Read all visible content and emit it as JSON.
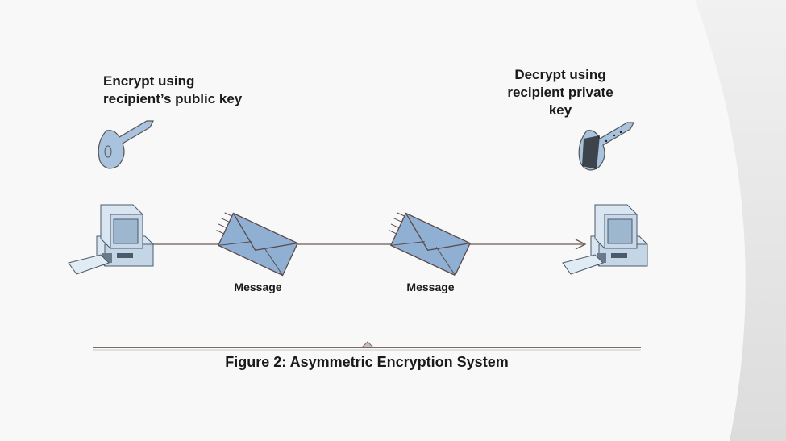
{
  "diagram": {
    "sender": {
      "caption_line1": "Encrypt using",
      "caption_line2": "recipient’s public key",
      "key": "public-key"
    },
    "receiver": {
      "caption_line1": "Decrypt using",
      "caption_line2": "recipient private",
      "caption_line3": "key",
      "key": "private-key"
    },
    "messages": [
      {
        "label": "Message"
      },
      {
        "label": "Message"
      }
    ],
    "figure_caption": "Figure 2: Asymmetric Encryption System",
    "colors": {
      "envelope": "#8fb0d3",
      "key": "#a9c3de",
      "line": "#6b5a55",
      "background": "#f8f8f8"
    }
  }
}
